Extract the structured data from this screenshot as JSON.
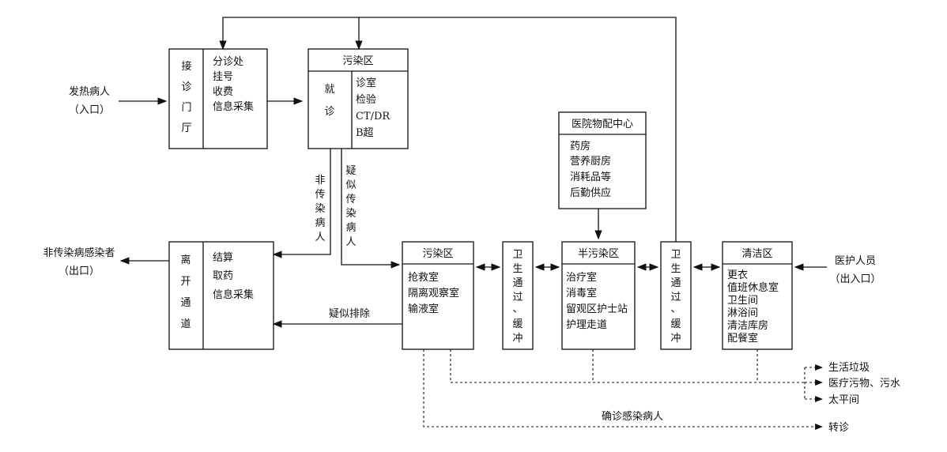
{
  "patient_entry": {
    "line1": "发热病人",
    "line2": "（入口）"
  },
  "reception": {
    "title_chars": [
      "接",
      "诊",
      "门",
      "厅"
    ],
    "items": [
      "分诊处",
      "挂号",
      "收费",
      "信息采集"
    ]
  },
  "consult_zone": {
    "header": "污染区",
    "title_chars": [
      "就",
      "诊"
    ],
    "items": [
      "诊室",
      "检验",
      "CT/DR",
      "B超"
    ]
  },
  "supply_center": {
    "header": "医院物配中心",
    "items": [
      "药房",
      "营养厨房",
      "消耗品等",
      "后勤供应"
    ]
  },
  "non_infectious_label": [
    "非",
    "传",
    "染",
    "病",
    "人"
  ],
  "suspected_label": [
    "疑",
    "似",
    "传",
    "染",
    "病",
    "人"
  ],
  "exit_area": {
    "label": "非传染病感染者",
    "sub": "（出口）",
    "title_chars": [
      "离",
      "开",
      "通",
      "道"
    ],
    "items": [
      "结算",
      "取药",
      "信息采集"
    ]
  },
  "ruled_out_label": "疑似排除",
  "contaminated_ward": {
    "header": "污染区",
    "items": [
      "抢救室",
      "隔离观察室",
      "输液室"
    ]
  },
  "buffer_1": {
    "chars": [
      "卫",
      "生",
      "通",
      "过",
      "、",
      "缓",
      "冲"
    ]
  },
  "semi_contaminated": {
    "header": "半污染区",
    "items": [
      "治疗室",
      "消毒室",
      "留观区护士站",
      "护理走道"
    ]
  },
  "buffer_2": {
    "chars": [
      "卫",
      "生",
      "通",
      "过",
      "、",
      "缓",
      "冲"
    ]
  },
  "clean_zone": {
    "header": "清洁区",
    "items": [
      "更衣",
      "值班休息室",
      "卫生间",
      "淋浴间",
      "清洁库房",
      "配餐室"
    ]
  },
  "staff_entry": {
    "line1": "医护人员",
    "line2": "（出入口）"
  },
  "waste_outputs": [
    "生活垃圾",
    "医疗污物、污水",
    "太平间"
  ],
  "confirmed_label": "确诊感染病人",
  "transfer_label": "转诊"
}
